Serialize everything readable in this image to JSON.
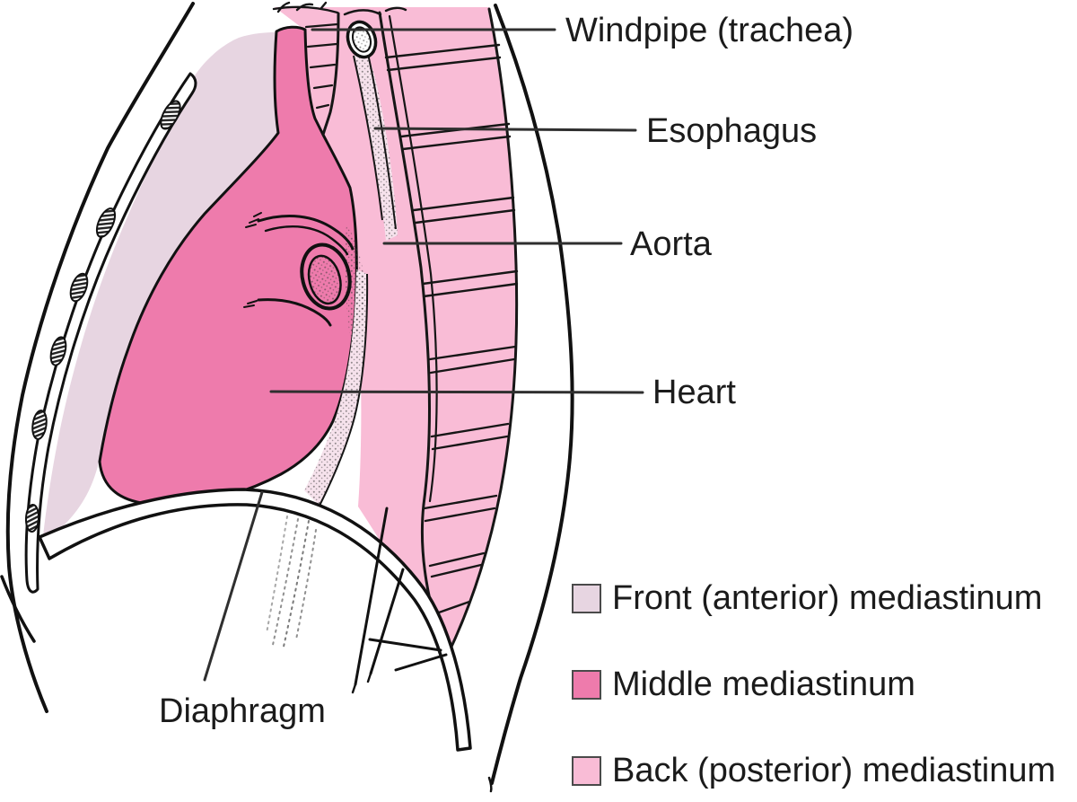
{
  "figure_labels": {
    "windpipe": "Windpipe (trachea)",
    "esophagus": "Esophagus",
    "aorta": "Aorta",
    "heart": "Heart",
    "diaphragm": "Diaphragm"
  },
  "legend": {
    "items": [
      {
        "label": "Front (anterior) mediastinum",
        "color": "#e7d5e1"
      },
      {
        "label": "Middle mediastinum",
        "color": "#ee7bac"
      },
      {
        "label": "Back (posterior) mediastinum",
        "color": "#f9bcd6"
      }
    ]
  },
  "colors": {
    "anterior": "#e7d5e1",
    "middle": "#ee7bac",
    "posterior": "#f9bcd6",
    "band": "#f6e2ec",
    "line": "#1a1a1a",
    "leader": "#2f2f2f",
    "text": "#1b1b1b",
    "background": "#ffffff"
  }
}
